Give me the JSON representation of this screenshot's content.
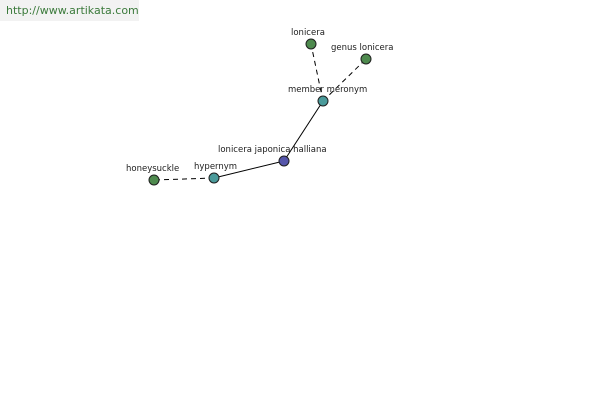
{
  "watermark": {
    "text": "http://www.artikata.com"
  },
  "colors": {
    "background": "#ffffff",
    "watermark_background": "#f2f2f2",
    "watermark_text": "#3b7a3b",
    "edge": "#000000",
    "node_word": "#4e8a4e",
    "node_relation": "#4a9a9a",
    "node_center": "#5555aa",
    "node_stroke": "#1f1f1f"
  },
  "graph": {
    "nodes": [
      {
        "id": "center",
        "label": "lonicera japonica halliana",
        "kind": "center"
      },
      {
        "id": "hypernym",
        "label": "hypernym",
        "kind": "relation"
      },
      {
        "id": "honeysuckle",
        "label": "honeysuckle",
        "kind": "word"
      },
      {
        "id": "member-meronym",
        "label": "member meronym",
        "kind": "relation"
      },
      {
        "id": "lonicera",
        "label": "lonicera",
        "kind": "word"
      },
      {
        "id": "genus-lonicera",
        "label": "genus lonicera",
        "kind": "word"
      }
    ],
    "edges": [
      {
        "from": "center",
        "to": "hypernym",
        "style": "solid"
      },
      {
        "from": "hypernym",
        "to": "honeysuckle",
        "style": "dashed"
      },
      {
        "from": "center",
        "to": "member-meronym",
        "style": "solid"
      },
      {
        "from": "member-meronym",
        "to": "lonicera",
        "style": "dashed"
      },
      {
        "from": "member-meronym",
        "to": "genus-lonicera",
        "style": "dashed"
      }
    ]
  }
}
